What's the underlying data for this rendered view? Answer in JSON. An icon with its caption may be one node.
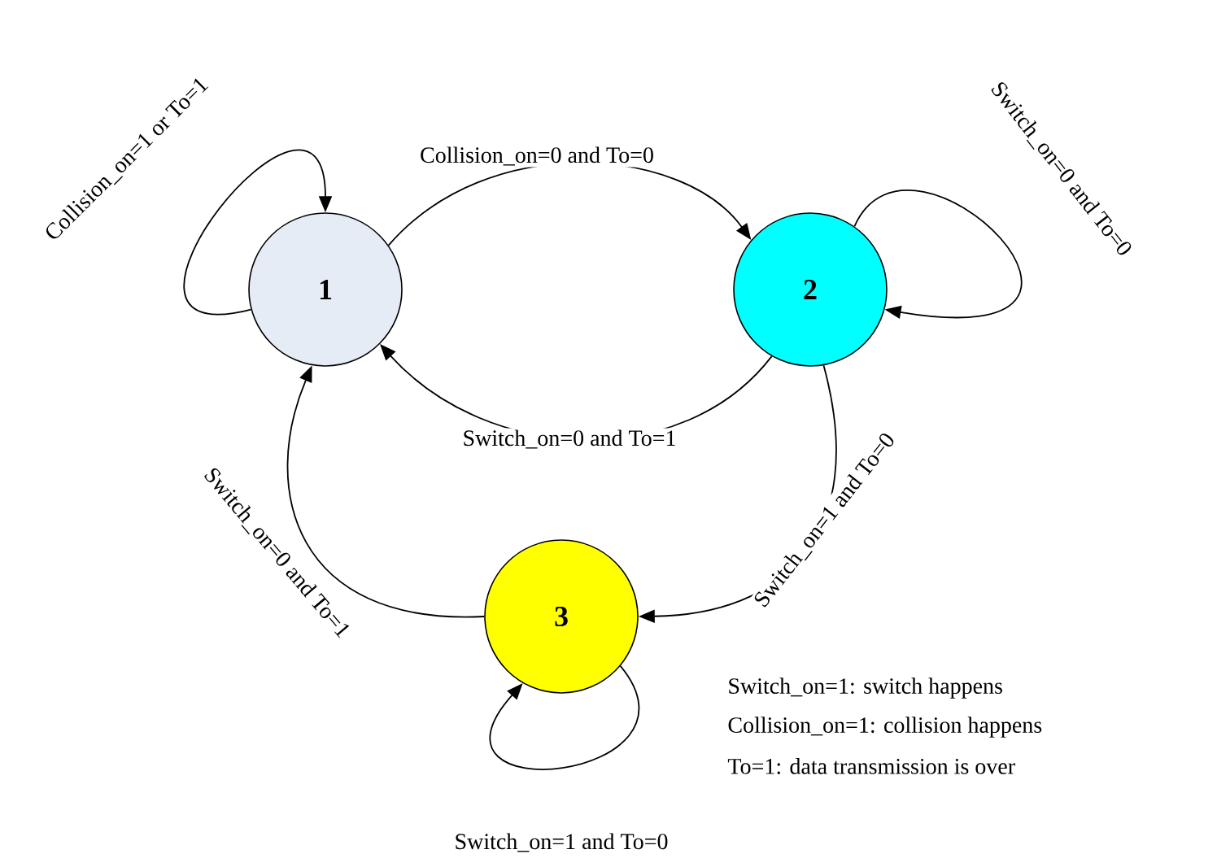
{
  "diagram": {
    "nodes": [
      {
        "text": [
          "1"
        ]
      },
      {
        "text": [
          "2"
        ]
      },
      {
        "text": [
          "3"
        ]
      }
    ],
    "edges": [
      {
        "from": 0,
        "to": 0,
        "arrow": "to",
        "label": "Collision_on=1 or To=1"
      },
      {
        "from": 0,
        "to": 1,
        "arrow": "to",
        "label": "Collision_on=0 and To=0"
      },
      {
        "from": 1,
        "to": 1,
        "arrow": "to",
        "label": "Switch_on=0 and To=0"
      },
      {
        "from": 1,
        "to": 0,
        "arrow": "to",
        "label": "Switch_on=0 and To=1"
      },
      {
        "from": 1,
        "to": 2,
        "arrow": "to",
        "label": "Switch_on=1 and To=0"
      },
      {
        "from": 2,
        "to": 0,
        "arrow": "to",
        "label": "Switch_on=0 and To=1"
      },
      {
        "from": 2,
        "to": 2,
        "arrow": "to",
        "label": "Switch_on=1 and To=0"
      }
    ],
    "labels": [
      "Switch_on=1: switch happens",
      "Collision_on=1: collision happens",
      "To=1: data transmission is over"
    ]
  }
}
